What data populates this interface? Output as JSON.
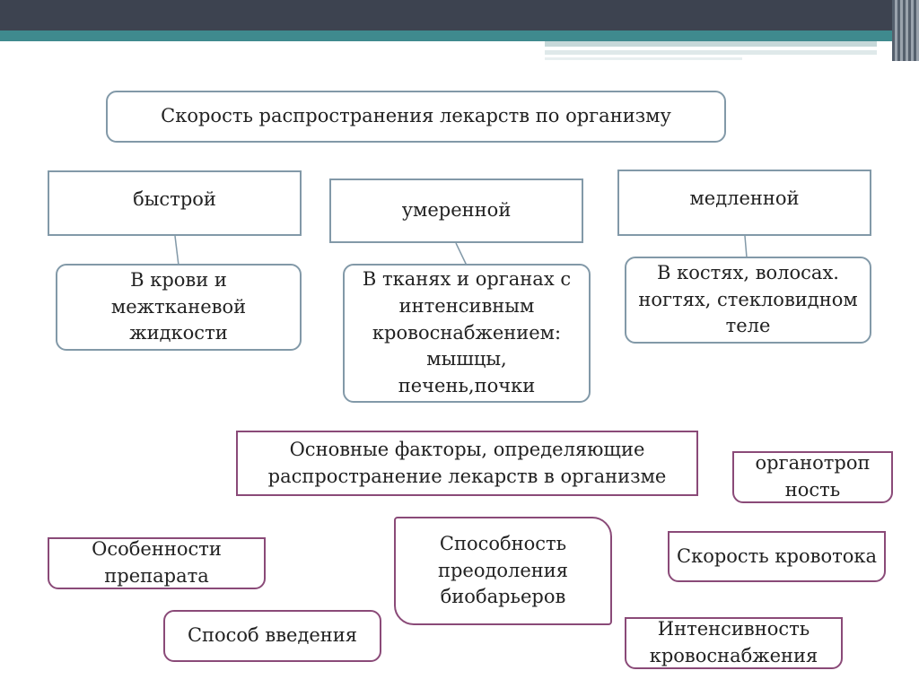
{
  "title": "Скорость распространения лекарств по организму",
  "speeds": [
    {
      "label": "быстрой",
      "detail": "В крови и межтканевой жидкости"
    },
    {
      "label": "умеренной",
      "detail": "В тканях и органах с интенсивным кровоснабжением: мышцы, печень,почки"
    },
    {
      "label": "медленной",
      "detail": "В костях, волосах. ногтях, стекловидном теле"
    }
  ],
  "factors": {
    "heading": "Основные факторы, определяющие распространение лекарств в организме",
    "items": [
      "органотроп ность",
      "Особенности препарата",
      "Способность преодоления биобарьеров",
      "Скорость кровотока",
      "Способ введения",
      "Интенсивность кровоснабжения"
    ]
  },
  "colors": {
    "topbar": "#3d4350",
    "teal": "#3f8a8e",
    "blue_border": "#8299a8",
    "purple_border": "#8a4a78"
  }
}
